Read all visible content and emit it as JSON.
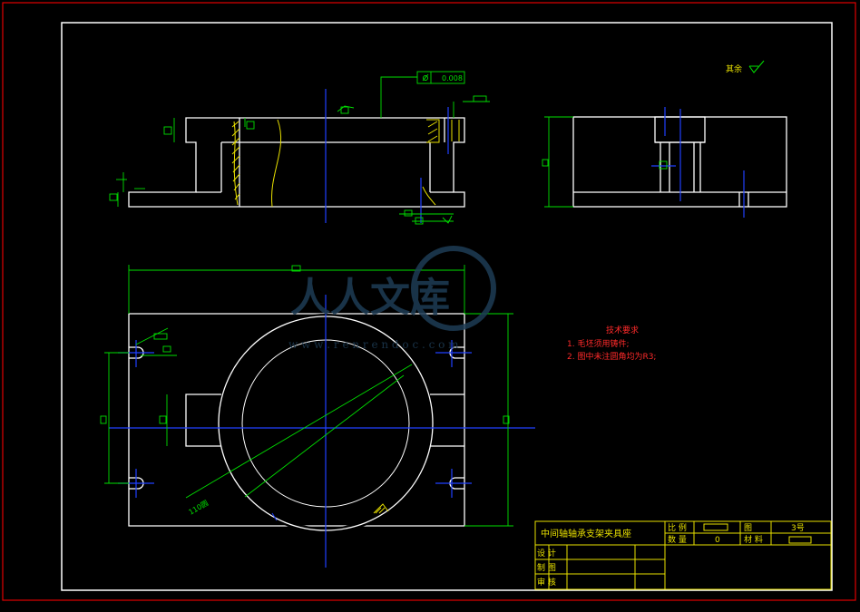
{
  "watermark": {
    "brand": "人人文库",
    "url": "w w w . r e n r e n d o c . c o m"
  },
  "tolerance_frame": "0.008",
  "surface_finish_note": "其余",
  "front_view_dimension_box": "",
  "plan_view": {
    "diameter_label": "110圆"
  },
  "tech_requirements": {
    "title": "技术要求",
    "items": [
      "1. 毛坯须用铸件;",
      "2. 图中未注圆角均为R3;"
    ]
  },
  "title_block": {
    "part_name": "中间轴轴承支架夹具座",
    "scale_label": "比 例",
    "quantity_label": "数 量",
    "quantity_value": "0",
    "drawing_label": "图",
    "drawing_value": "3号",
    "material_label": "材 料",
    "design_label": "设 计",
    "draw_label": "制 图",
    "check_label": "审 核"
  },
  "colors": {
    "background": "#000000",
    "outline": "#ffffff",
    "dimension": "#00e000",
    "centerline": "#2040ff",
    "border": "#e00000",
    "title_block": "#e8e000",
    "notes": "#ff2a2a",
    "hatch": "#e8e000"
  }
}
